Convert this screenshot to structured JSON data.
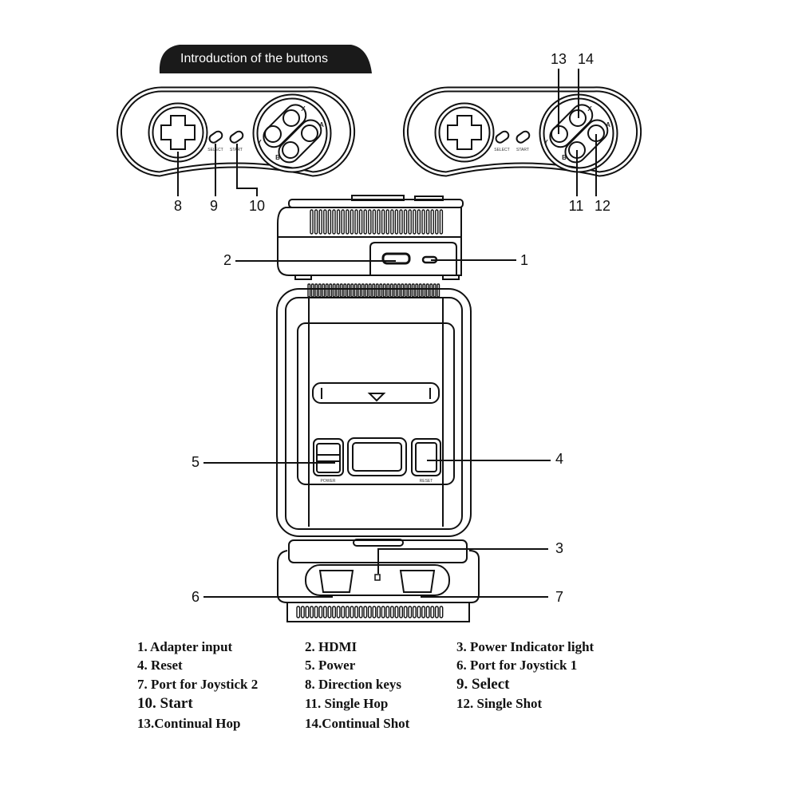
{
  "header": {
    "title": "Introduction of the buttons"
  },
  "controller": {
    "select_label": "SELECT",
    "start_label": "START",
    "button_x": "X",
    "button_a": "A",
    "button_y": "Y",
    "button_b": "B"
  },
  "console": {
    "power_label": "POWER",
    "reset_label": "RESET"
  },
  "callouts": {
    "c1": "1",
    "c2": "2",
    "c3": "3",
    "c4": "4",
    "c5": "5",
    "c6": "6",
    "c7": "7",
    "c8": "8",
    "c9": "9",
    "c10": "10",
    "c11": "11",
    "c12": "12",
    "c13": "13",
    "c14": "14"
  },
  "legend": [
    "1. Adapter input",
    "2. HDMI",
    "3. Power Indicator light",
    "4. Reset",
    "5. Power",
    "6. Port for Joystick 1",
    "7. Port for Joystick 2",
    "8. Direction keys",
    "9. Select",
    "10. Start",
    "11. Single Hop",
    "12. Single Shot",
    "13.Continual Hop",
    "14.Continual Shot"
  ],
  "colors": {
    "ink": "#111111",
    "header_bg": "#1a1a1a",
    "paper": "#ffffff"
  }
}
